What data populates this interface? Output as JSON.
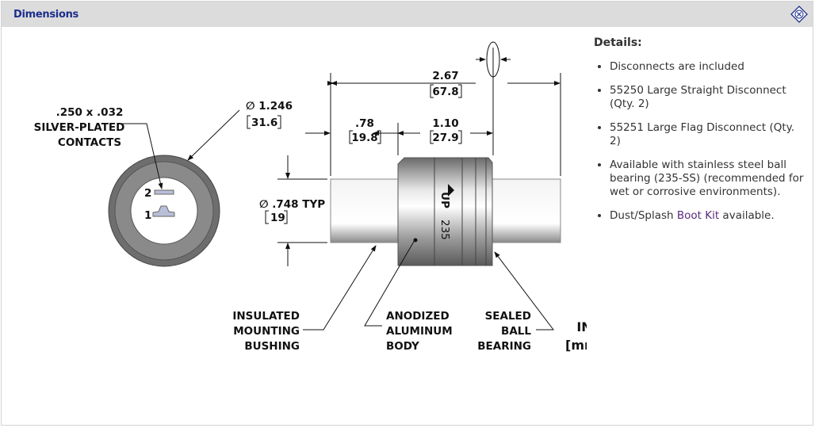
{
  "header": {
    "title": "Dimensions",
    "close_icon": "close-diamond-icon"
  },
  "drawing": {
    "contacts_label": [
      ".250 x .032",
      "SILVER-PLATED",
      "CONTACTS"
    ],
    "contact_numbers": [
      "2",
      "1"
    ],
    "outer_diameter": {
      "in": "∅ 1.246",
      "mm": "31.6"
    },
    "overall_length": {
      "in": "2.67",
      "mm": "67.8"
    },
    "shaft_length": {
      "in": ".78",
      "mm": "19.8"
    },
    "body_length": {
      "in": "1.10",
      "mm": "27.9"
    },
    "shaft_diameter": {
      "in": "∅ .748 TYP",
      "mm": "19"
    },
    "body_marking": {
      "up": "UP",
      "model": "235"
    },
    "callouts": {
      "bushing": [
        "INSULATED",
        "MOUNTING",
        "BUSHING"
      ],
      "body": [
        "ANODIZED",
        "ALUMINUM",
        "BODY"
      ],
      "bearing": [
        "SEALED",
        "BALL",
        "BEARING"
      ]
    },
    "units": [
      "IN",
      "[mm]"
    ]
  },
  "details": {
    "heading": "Details:",
    "items": [
      "Disconnects are included",
      "55250 Large Straight Disconnect (Qty. 2)",
      "55251 Large Flag Disconnect (Qty. 2)",
      "Available with stainless steel ball bearing (235-SS) (recommended for wet or corrosive environments)."
    ],
    "last_item": {
      "prefix": "Dust/Splash ",
      "link": "Boot Kit",
      "suffix": " available."
    }
  }
}
